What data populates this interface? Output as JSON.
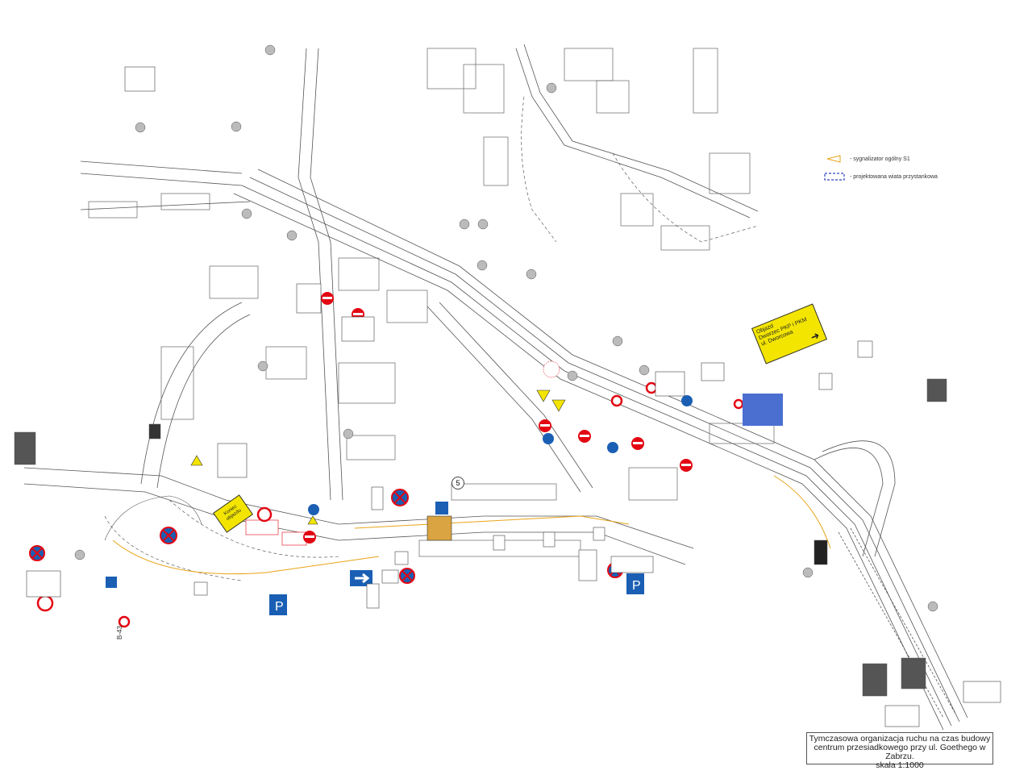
{
  "legend": {
    "items": [
      {
        "label": "- sygnalizator ogólny S1",
        "symbol": "yellow-flasher-icon"
      },
      {
        "label": "- projektowana wiata przystankowa",
        "symbol": "bus-shelter-icon"
      }
    ]
  },
  "title_block": {
    "line1": "Tymczasowa organizacja ruchu na czas budowy",
    "line2": "centrum przesiadkowego przy ul. Goethego w Zabrzu.",
    "scale": "skala 1:1000"
  },
  "detour_sign": {
    "line1": "Objazd",
    "line2": "Dworzec PKP i PKM",
    "line3": "ul. Dworcowa"
  },
  "koniec_sign": {
    "text": "Koniec objazdu"
  },
  "labels": {
    "road_label_5": "5",
    "sign_code": "B-43"
  },
  "colors": {
    "road_line": "#444444",
    "building_line": "#555555",
    "sign_red": "#e30613",
    "sign_blue": "#1a5fb4",
    "sign_yellow": "#f3e500",
    "curb_orange": "#e8a317"
  }
}
